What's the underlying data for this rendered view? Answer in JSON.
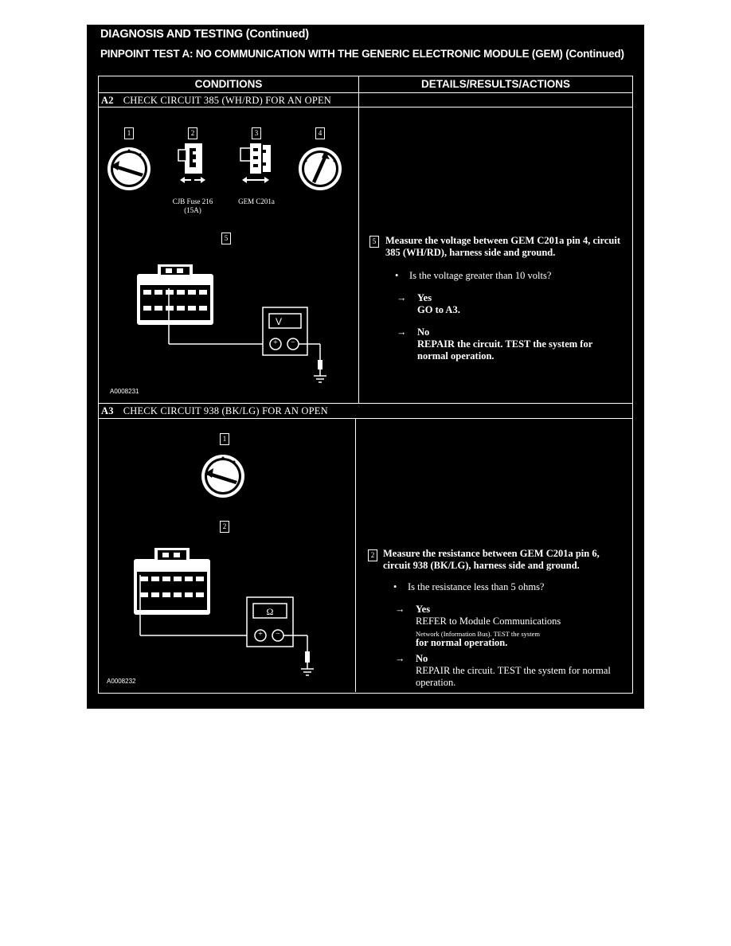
{
  "header": {
    "title": "DIAGNOSIS AND TESTING (Continued)",
    "subtitle": "PINPOINT TEST A: NO COMMUNICATION WITH THE GENERIC ELECTRONIC MODULE (GEM) (Continued)"
  },
  "columns": {
    "conditions": "CONDITIONS",
    "details": "DETAILS/RESULTS/ACTIONS"
  },
  "a2": {
    "code": "A2",
    "title": "CHECK CIRCUIT 385 (WH/RD) FOR AN OPEN",
    "steps": [
      "1",
      "2",
      "3",
      "4",
      "5"
    ],
    "fuse_label_line1": "CJB Fuse 216",
    "fuse_label_line2": "(15A)",
    "connector_label": "GEM C201a",
    "meter_symbol": "V",
    "plus": "+",
    "minus": "−",
    "figure_id": "A0008231",
    "detail_step": "5",
    "instruction": "Measure the voltage between GEM C201a pin 4, circuit 385 (WH/RD), harness side and ground.",
    "question": "Is the voltage greater than 10 volts?",
    "yes_label": "Yes",
    "yes_action": "GO to A3.",
    "no_label": "No",
    "no_action": "REPAIR the circuit. TEST the system for normal operation."
  },
  "a3": {
    "code": "A3",
    "title": "CHECK CIRCUIT 938 (BK/LG) FOR AN OPEN",
    "steps": [
      "1",
      "2"
    ],
    "meter_symbol": "Ω",
    "plus": "+",
    "minus": "−",
    "figure_id": "A0008232",
    "detail_step": "2",
    "instruction": "Measure the resistance between GEM C201a pin 6, circuit 938 (BK/LG), harness side and ground.",
    "question": "Is the resistance less than 5 ohms?",
    "yes_label": "Yes",
    "yes_action_line1": "REFER to Module Communications",
    "yes_action_line2": "Network (Information Bus). TEST the system",
    "yes_action_line3": "for normal operation.",
    "no_label": "No",
    "no_action": "REPAIR the circuit. TEST the system for normal operation."
  },
  "glyphs": {
    "bullet": "•",
    "arrow": "→"
  }
}
